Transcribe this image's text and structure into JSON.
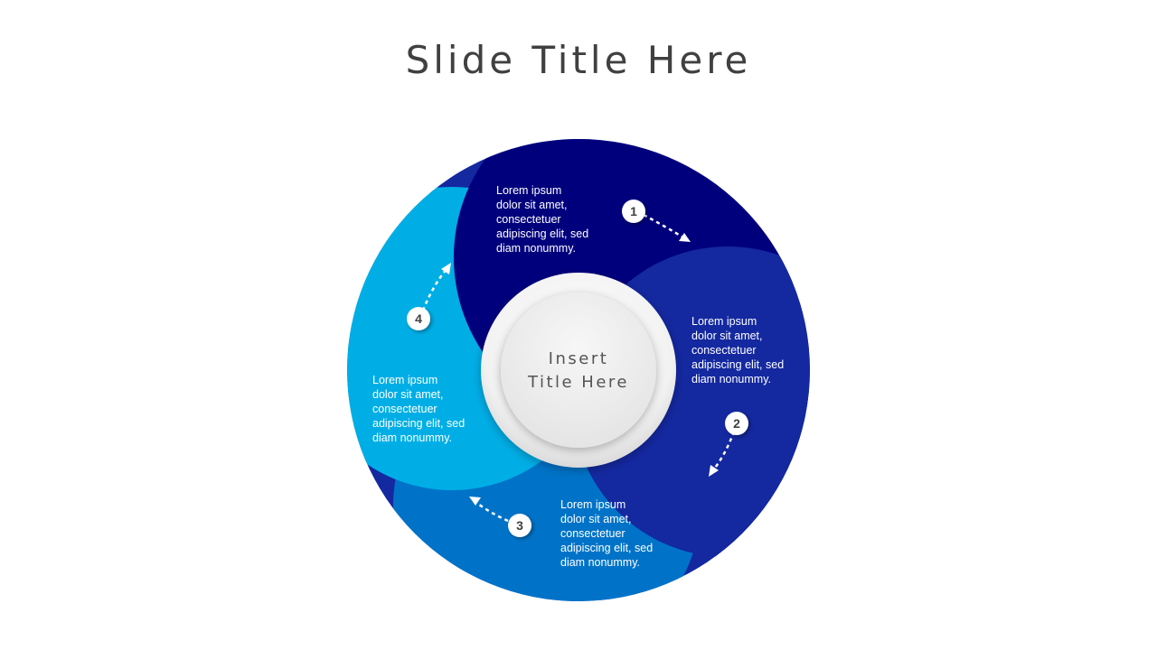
{
  "slide": {
    "title": "Slide Title Here"
  },
  "center": {
    "line1": "Insert",
    "line2": "Title Here"
  },
  "segments": [
    {
      "number": "1",
      "color": "#00007d",
      "lines": [
        "Lorem ipsum",
        "dolor sit amet,",
        "consectetuer",
        "adipiscing elit, sed",
        "diam nonummy."
      ]
    },
    {
      "number": "2",
      "color": "#1428a0",
      "lines": [
        "Lorem ipsum",
        "dolor sit amet,",
        "consectetuer",
        "adipiscing elit, sed",
        "diam nonummy."
      ]
    },
    {
      "number": "3",
      "color": "#0073c8",
      "lines": [
        "Lorem ipsum",
        "dolor sit amet,",
        "consectetuer",
        "adipiscing elit, sed",
        "diam nonummy."
      ]
    },
    {
      "number": "4",
      "color": "#00aee6",
      "lines": [
        "Lorem ipsum",
        "dolor sit amet,",
        "consectetuer",
        "adipiscing elit, sed",
        "diam nonummy."
      ]
    }
  ]
}
